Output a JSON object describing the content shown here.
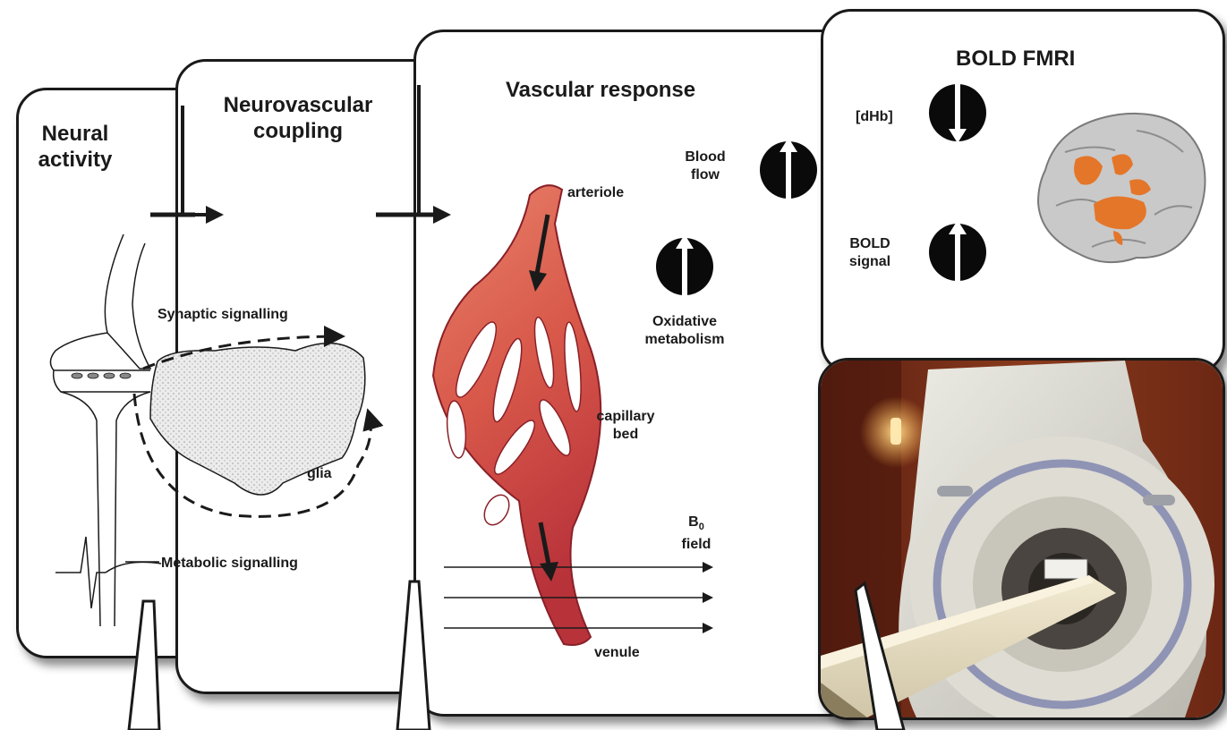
{
  "panels": {
    "neural": {
      "title_line1": "Neural",
      "title_line2": "activity",
      "synaptic": "Synaptic signalling",
      "glia": "glia",
      "metabolic": "Metabolic signalling"
    },
    "coupling": {
      "title_line1": "Neurovascular",
      "title_line2": "coupling"
    },
    "vascular": {
      "title": "Vascular response",
      "arteriole": "arteriole",
      "blood_line1": "Blood",
      "blood_line2": "flow",
      "oxid_line1": "Oxidative",
      "oxid_line2": "metabolism",
      "cap_line1": "capillary",
      "cap_line2": "bed",
      "field_b": "B",
      "field_sub": "0",
      "field_word": "field",
      "venule": "venule"
    },
    "bold": {
      "title": "BOLD FMRI",
      "dhb": "[dHb]",
      "signal_line1": "BOLD",
      "signal_line2": "signal"
    }
  },
  "colors": {
    "vessel_light": "#e8826a",
    "vessel_dark": "#b8323a",
    "activation": "#e4762a",
    "brain": "#c9c9c9",
    "outline": "#1a1a1a"
  },
  "icons": [
    "arrow-up-circle-icon",
    "arrow-down-circle-icon",
    "brain-activation-image",
    "mri-scanner-photo"
  ]
}
